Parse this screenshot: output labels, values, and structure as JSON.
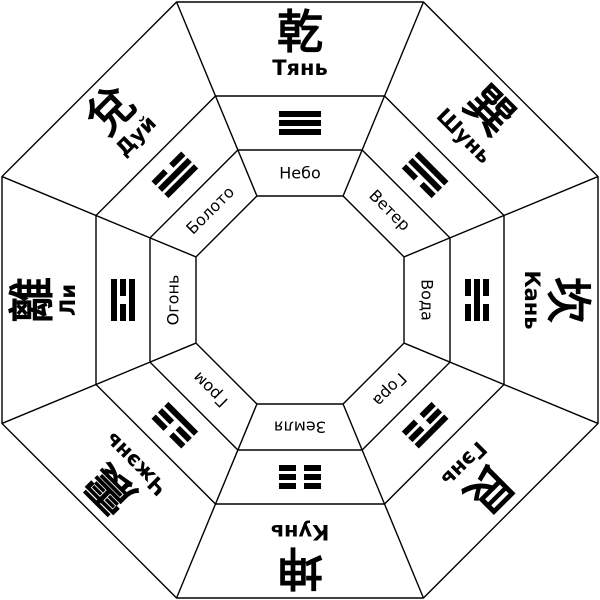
{
  "trigrams": [
    {
      "id": "qian",
      "hanzi": "乾",
      "pinyin": "Тянь",
      "element": "Небо",
      "lines": [
        1,
        1,
        1
      ],
      "icon": "qian-trigram"
    },
    {
      "id": "xun",
      "hanzi": "巽",
      "pinyin": "Шунь",
      "element": "Ветер",
      "lines": [
        1,
        1,
        0
      ],
      "icon": "xun-trigram"
    },
    {
      "id": "kan",
      "hanzi": "坎",
      "pinyin": "Кань",
      "element": "Вода",
      "lines": [
        0,
        1,
        0
      ],
      "icon": "kan-trigram"
    },
    {
      "id": "gen",
      "hanzi": "艮",
      "pinyin": "Гэнь",
      "element": "Гора",
      "lines": [
        1,
        0,
        0
      ],
      "icon": "gen-trigram"
    },
    {
      "id": "kun",
      "hanzi": "坤",
      "pinyin": "Кунь",
      "element": "Земля",
      "lines": [
        0,
        0,
        0
      ],
      "icon": "kun-trigram"
    },
    {
      "id": "zhen",
      "hanzi": "震",
      "pinyin": "Чжэнь",
      "element": "Гром",
      "lines": [
        0,
        0,
        1
      ],
      "icon": "zhen-trigram"
    },
    {
      "id": "li",
      "hanzi": "離",
      "pinyin": "Ли",
      "element": "Огонь",
      "lines": [
        1,
        0,
        1
      ],
      "icon": "li-trigram"
    },
    {
      "id": "dui",
      "hanzi": "兌",
      "pinyin": "Дуй",
      "element": "Болото",
      "lines": [
        0,
        1,
        1
      ],
      "icon": "dui-trigram"
    }
  ]
}
